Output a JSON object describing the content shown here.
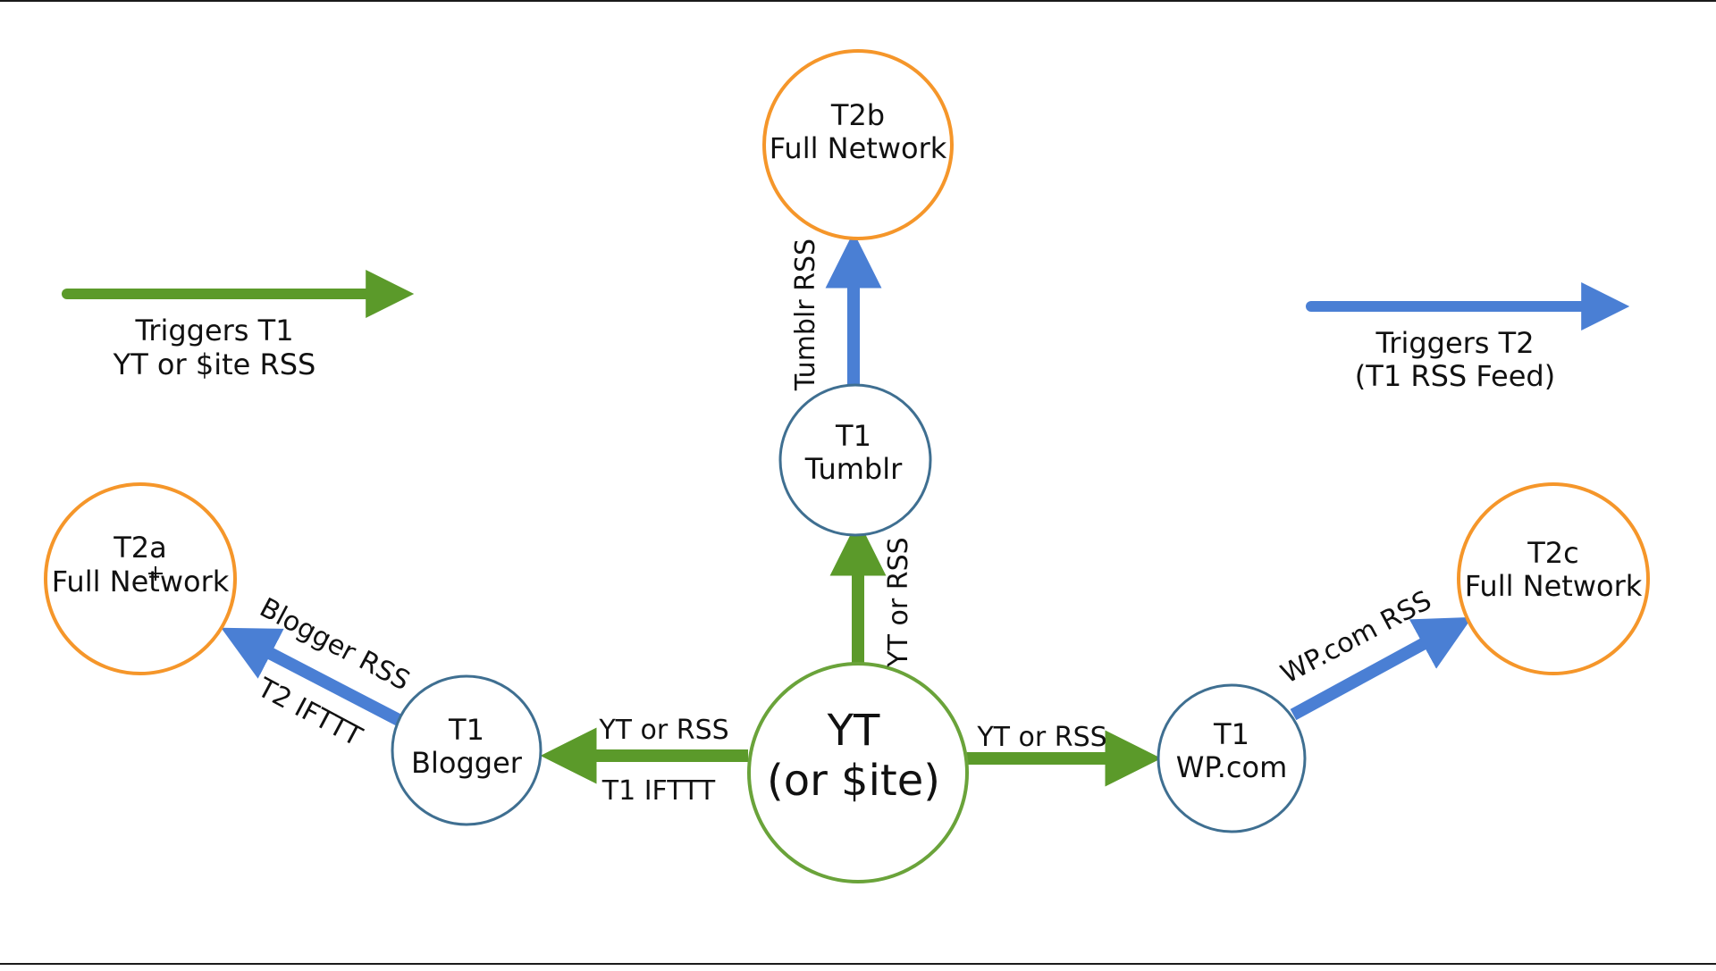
{
  "colors": {
    "green": "#5b9a2a",
    "blue": "#4a7fd4",
    "orange": "#f5962a",
    "tier1_circle": "#3f6f91",
    "hub_circle": "#6aa33a"
  },
  "legend": {
    "green": {
      "line1": "Triggers T1",
      "line2": "YT or $ite RSS"
    },
    "blue": {
      "line1": "Triggers T2",
      "line2": "(T1 RSS Feed)"
    }
  },
  "nodes": {
    "hub": {
      "line1": "YT",
      "line2": "(or $ite)"
    },
    "tumblr": {
      "line1": "T1",
      "line2": "Tumblr"
    },
    "blogger": {
      "line1": "T1",
      "line2": "Blogger"
    },
    "wpcom": {
      "line1": "T1",
      "line2": "WP.com"
    },
    "t2a": {
      "line1": "T2a",
      "line2": "Full Network"
    },
    "t2b": {
      "line1": "T2b",
      "line2": "Full Network"
    },
    "t2c": {
      "line1": "T2c",
      "line2": "Full Network"
    }
  },
  "edges": {
    "hub_to_tumblr": "YT or RSS",
    "tumblr_to_t2b": "Tumblr RSS",
    "hub_to_blogger_top": "YT or RSS",
    "hub_to_blogger_bottom": "T1 IFTTT",
    "hub_to_wpcom": "YT or RSS",
    "blogger_to_t2a_top": "Blogger RSS",
    "blogger_to_t2a_bottom": "T2 IFTTT",
    "wpcom_to_t2c": "WP.com RSS"
  }
}
